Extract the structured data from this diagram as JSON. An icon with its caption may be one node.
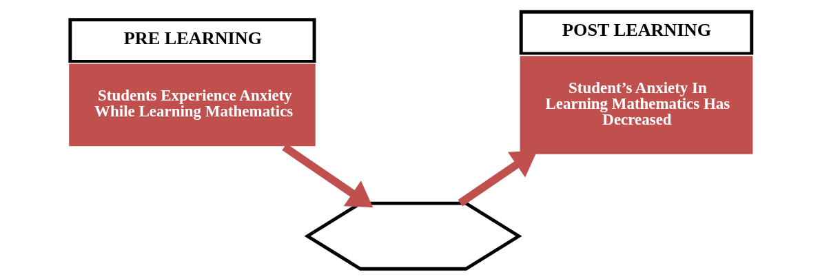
{
  "diagram": {
    "nodes": [
      {
        "text": [
          "PRE LEARNING",
          "Students Experience Anxiety While Learning Mathematics"
        ]
      },
      {
        "text": [
          "POST LEARNING",
          "Student’s Anxiety In Learning Mathematics Has Decreased"
        ]
      },
      {
        "text": [],
        "shape": "hexagon"
      }
    ],
    "edges": [
      {
        "from": 0,
        "to": 2,
        "arrow": "to"
      },
      {
        "from": 2,
        "to": 1,
        "arrow": "to"
      }
    ]
  }
}
